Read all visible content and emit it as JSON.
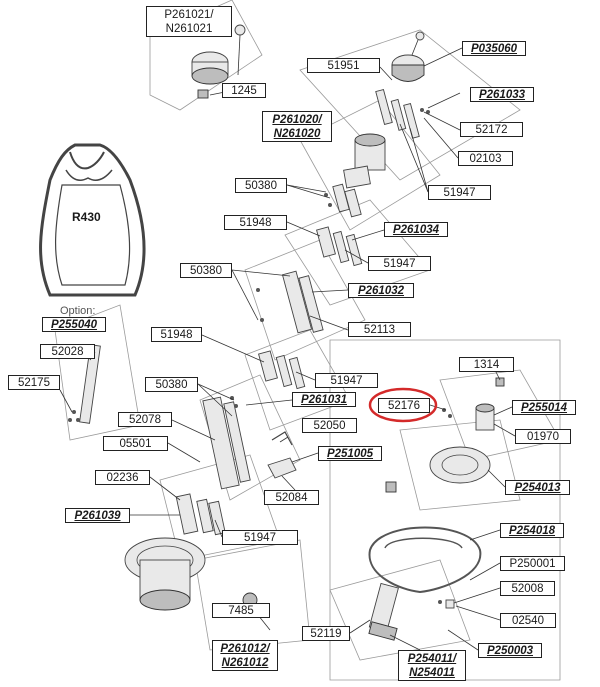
{
  "profile": {
    "label": "R430"
  },
  "option_label": "Option:",
  "callouts": [
    {
      "id": "c-p261021",
      "text": "P261021/\nN261021",
      "bold": false
    },
    {
      "id": "c-1245",
      "text": "1245",
      "bold": false
    },
    {
      "id": "c-51951",
      "text": "51951",
      "bold": false
    },
    {
      "id": "c-p035060",
      "text": "P035060",
      "bold": true
    },
    {
      "id": "c-p261033",
      "text": "P261033",
      "bold": true
    },
    {
      "id": "c-p261020",
      "text": "P261020/\nN261020",
      "bold": true
    },
    {
      "id": "c-52172",
      "text": "52172",
      "bold": false
    },
    {
      "id": "c-02103",
      "text": "02103",
      "bold": false
    },
    {
      "id": "c-50380a",
      "text": "50380",
      "bold": false
    },
    {
      "id": "c-51947a",
      "text": "51947",
      "bold": false
    },
    {
      "id": "c-51948a",
      "text": "51948",
      "bold": false
    },
    {
      "id": "c-p261034",
      "text": "P261034",
      "bold": true
    },
    {
      "id": "c-51947b",
      "text": "51947",
      "bold": false
    },
    {
      "id": "c-50380b",
      "text": "50380",
      "bold": false
    },
    {
      "id": "c-p261032",
      "text": "P261032",
      "bold": true
    },
    {
      "id": "c-p255040",
      "text": "P255040",
      "bold": true
    },
    {
      "id": "c-52113",
      "text": "52113",
      "bold": false
    },
    {
      "id": "c-52028",
      "text": "52028",
      "bold": false
    },
    {
      "id": "c-51948b",
      "text": "51948",
      "bold": false
    },
    {
      "id": "c-52175",
      "text": "52175",
      "bold": false
    },
    {
      "id": "c-1314",
      "text": "1314",
      "bold": false
    },
    {
      "id": "c-50380c",
      "text": "50380",
      "bold": false
    },
    {
      "id": "c-51947c",
      "text": "51947",
      "bold": false
    },
    {
      "id": "c-p261031",
      "text": "P261031",
      "bold": true
    },
    {
      "id": "c-52176",
      "text": "52176",
      "bold": false
    },
    {
      "id": "c-p255014",
      "text": "P255014",
      "bold": true
    },
    {
      "id": "c-52078",
      "text": "52078",
      "bold": false
    },
    {
      "id": "c-52050",
      "text": "52050",
      "bold": false
    },
    {
      "id": "c-01970",
      "text": "01970",
      "bold": false
    },
    {
      "id": "c-05501",
      "text": "05501",
      "bold": false
    },
    {
      "id": "c-p251005",
      "text": "P251005",
      "bold": true
    },
    {
      "id": "c-02236",
      "text": "02236",
      "bold": false
    },
    {
      "id": "c-p254013",
      "text": "P254013",
      "bold": true
    },
    {
      "id": "c-52084",
      "text": "52084",
      "bold": false
    },
    {
      "id": "c-p261039",
      "text": "P261039",
      "bold": true
    },
    {
      "id": "c-p254018",
      "text": "P254018",
      "bold": true
    },
    {
      "id": "c-51947d",
      "text": "51947",
      "bold": false
    },
    {
      "id": "c-p250001",
      "text": "P250001",
      "bold": false
    },
    {
      "id": "c-52008",
      "text": "52008",
      "bold": false
    },
    {
      "id": "c-7485",
      "text": "7485",
      "bold": false
    },
    {
      "id": "c-02540",
      "text": "02540",
      "bold": false
    },
    {
      "id": "c-52119",
      "text": "52119",
      "bold": false
    },
    {
      "id": "c-p261012",
      "text": "P261012/\nN261012",
      "bold": true
    },
    {
      "id": "c-p250003",
      "text": "P250003",
      "bold": true
    },
    {
      "id": "c-p254011",
      "text": "P254011/\nN254011",
      "bold": true
    }
  ],
  "highlight": {
    "callout": "c-52176",
    "color": "#d42a2a"
  }
}
